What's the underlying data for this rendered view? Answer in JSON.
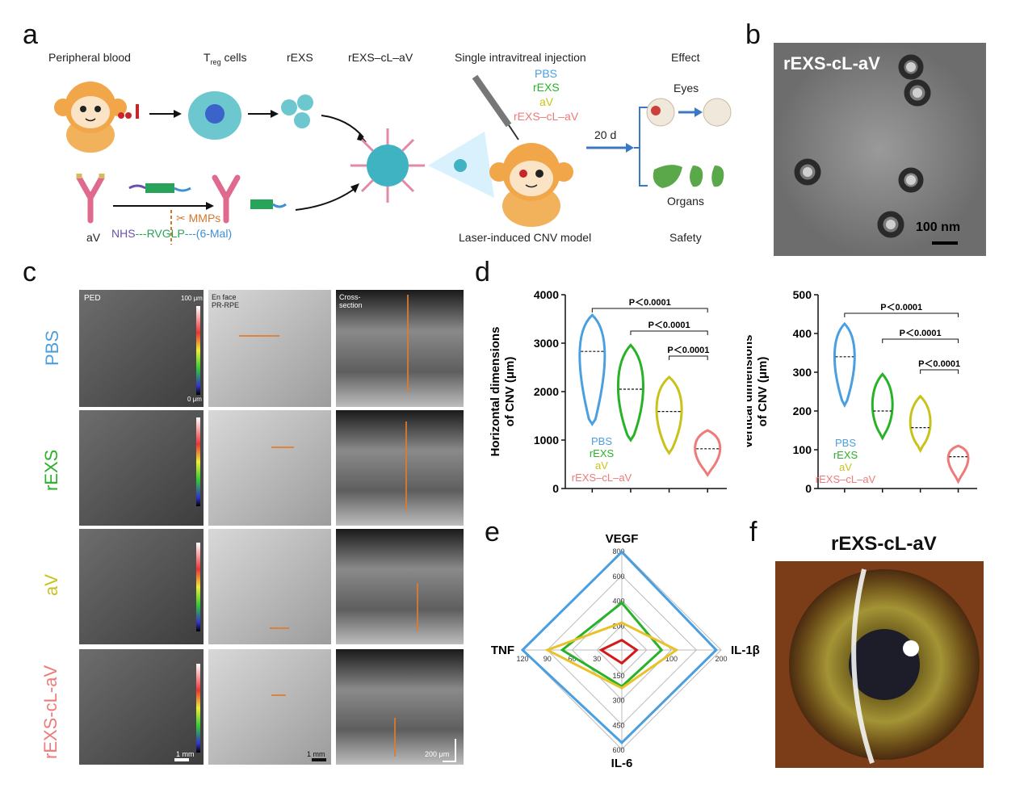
{
  "panels": {
    "a": "a",
    "b": "b",
    "c": "c",
    "d": "d",
    "e": "e",
    "f": "f"
  },
  "colors": {
    "pbs": "#4a9fe0",
    "rexs": "#27b227",
    "av": "#c9c21a",
    "rexs_cl_av": "#ef7a7a",
    "arrow_blue": "#3a78c4",
    "orange": "#e07b2a"
  },
  "panel_a": {
    "headers": {
      "peripheral_blood": "Peripheral blood",
      "treg_prefix": "T",
      "treg_sub": "reg",
      "treg_suffix": " cells",
      "rexs": "rEXS",
      "rexs_cl_av": "rEXS–cL–aV",
      "injection": "Single intravitreal injection",
      "effect": "Effect"
    },
    "groups": [
      "PBS",
      "rEXS",
      "aV",
      "rEXS–cL–aV"
    ],
    "duration": "20 d",
    "eyes": "Eyes",
    "organs": "Organs",
    "safety": "Safety",
    "model": "Laser-induced CNV model",
    "av_label": "aV",
    "mmps": "MMPs",
    "linker_nhs": "NHS",
    "linker_rv": "RV",
    "linker_glp": "GLP",
    "linker_mal": "(6-Mal)"
  },
  "panel_b": {
    "title": "rEXS-cL-aV",
    "scale": "100 nm"
  },
  "panel_c": {
    "rows": [
      "PBS",
      "rEXS",
      "aV",
      "rEXS-cL-aV"
    ],
    "col1_label": "PED",
    "col1_scale_top": "100 μm",
    "col1_scale_bottom": "0 μm",
    "col2_label_1": "En face",
    "col2_label_2": "PR-RPE",
    "col3_label_1": "Cross-",
    "col3_label_2": "section",
    "scale_1mm_a": "1 mm",
    "scale_1mm_b": "1 mm",
    "scale_200": "200 μm"
  },
  "panel_d": {
    "left": {
      "ylabel_1": "Horizontal dimensions",
      "ylabel_2": "of CNV (μm)",
      "yticks": [
        "0",
        "1000",
        "2000",
        "3000",
        "4000"
      ],
      "pvals": [
        "P＜0.0001",
        "P＜0.0001",
        "P＜0.0001"
      ]
    },
    "right": {
      "ylabel_1": "Vertical dimensions",
      "ylabel_2": "of CNV (μm)",
      "yticks": [
        "0",
        "100",
        "200",
        "300",
        "400",
        "500"
      ],
      "pvals": [
        "P＜0.0001",
        "P＜0.0001",
        "P＜0.0001"
      ]
    },
    "legend": [
      "PBS",
      "rEXS",
      "aV",
      "rEXS–cL–aV"
    ]
  },
  "chart_data": [
    {
      "type": "violin",
      "ylabel": "Horizontal dimensions of CNV (μm)",
      "ylim": [
        0,
        4000
      ],
      "categories": [
        "PBS",
        "rEXS",
        "aV",
        "rEXS–cL–aV"
      ],
      "medians": [
        2830,
        2050,
        1590,
        820
      ],
      "mins": [
        1330,
        1000,
        730,
        280
      ],
      "maxs": [
        3580,
        2960,
        2300,
        1200
      ]
    },
    {
      "type": "violin",
      "ylabel": "Vertical dimensions of CNV (μm)",
      "ylim": [
        0,
        500
      ],
      "categories": [
        "PBS",
        "rEXS",
        "aV",
        "rEXS–cL–aV"
      ],
      "medians": [
        340,
        200,
        157,
        82
      ],
      "mins": [
        215,
        130,
        98,
        18
      ],
      "maxs": [
        425,
        295,
        238,
        110
      ]
    },
    {
      "type": "radar",
      "axes": [
        "VEGF",
        "IL-1β",
        "IL-6",
        "TNF"
      ],
      "ticks": {
        "VEGF": [
          "200",
          "400",
          "600",
          "800"
        ],
        "IL-1β": [
          "100",
          "200"
        ],
        "IL-6": [
          "150",
          "300",
          "450",
          "600"
        ],
        "TNF": [
          "30",
          "60",
          "90",
          "120"
        ]
      },
      "series": [
        {
          "name": "PBS",
          "values": [
            790,
            190,
            560,
            120
          ]
        },
        {
          "name": "rEXS",
          "values": [
            380,
            80,
            220,
            72
          ]
        },
        {
          "name": "aV",
          "values": [
            220,
            110,
            230,
            90
          ]
        },
        {
          "name": "rEXS–cL–aV",
          "values": [
            80,
            30,
            80,
            25
          ]
        }
      ]
    }
  ],
  "panel_f": {
    "title": "rEXS-cL-aV"
  }
}
